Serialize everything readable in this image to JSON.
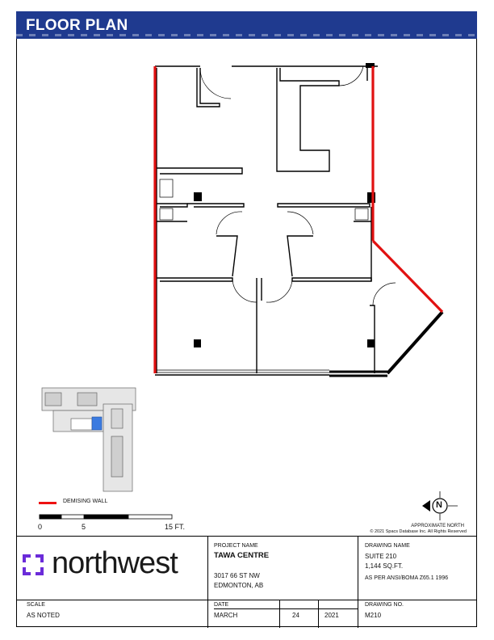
{
  "header": {
    "title": "FLOOR PLAN"
  },
  "legend": {
    "demising_wall_label": "DEMISING WALL"
  },
  "scale_bar": {
    "labels": [
      "0",
      "5",
      "15 FT."
    ]
  },
  "north": {
    "label": "APPROXIMATE NORTH",
    "letter": "N"
  },
  "copyright": "© 2021 Spacs Database Inc. All Rights Reserved",
  "project": {
    "label": "PROJECT NAME",
    "name": "TAWA CENTRE",
    "address1": "3017 66 ST NW",
    "address2": "EDMONTON, AB"
  },
  "drawing": {
    "label": "DRAWING NAME",
    "suite": "SUITE 210",
    "area": "1,144 SQ.FT.",
    "standard": "AS PER ANSI/BOMA Z65.1 1996"
  },
  "scale": {
    "label": "SCALE",
    "value": "AS NOTED"
  },
  "date": {
    "label": "DATE",
    "month": "MARCH",
    "day": "24",
    "year": "2021"
  },
  "drawing_no": {
    "label": "DRAWING NO.",
    "value": "M210"
  },
  "logo": {
    "text": "northwest",
    "color": "#6b2bd9"
  },
  "colors": {
    "banner": "#1f3a8f",
    "demising": "#e11111",
    "highlight": "#3b7be0"
  }
}
